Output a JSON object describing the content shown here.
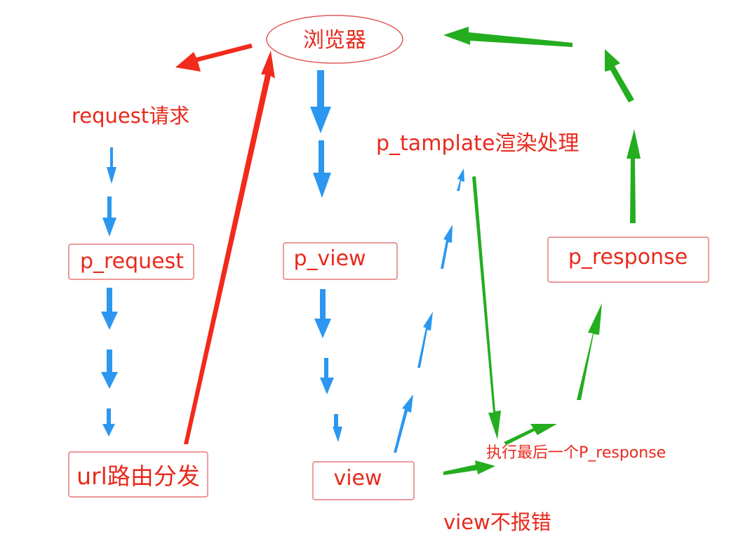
{
  "nodes": {
    "browser": "浏览器",
    "request_label": "request请求",
    "p_request": "p_request",
    "url_dispatch": "url路由分发",
    "p_view": "p_view",
    "view": "view",
    "view_no_error": "view不报错",
    "p_template": "p_tamplate渲染处理",
    "p_response": "p_response",
    "last_p_response": "执行最后一个P_response"
  },
  "colors": {
    "red": "#f22a1c",
    "blue": "#2b97f0",
    "green": "#23ad1f",
    "text": "#e8291c",
    "box_border": "#e05a5a"
  }
}
